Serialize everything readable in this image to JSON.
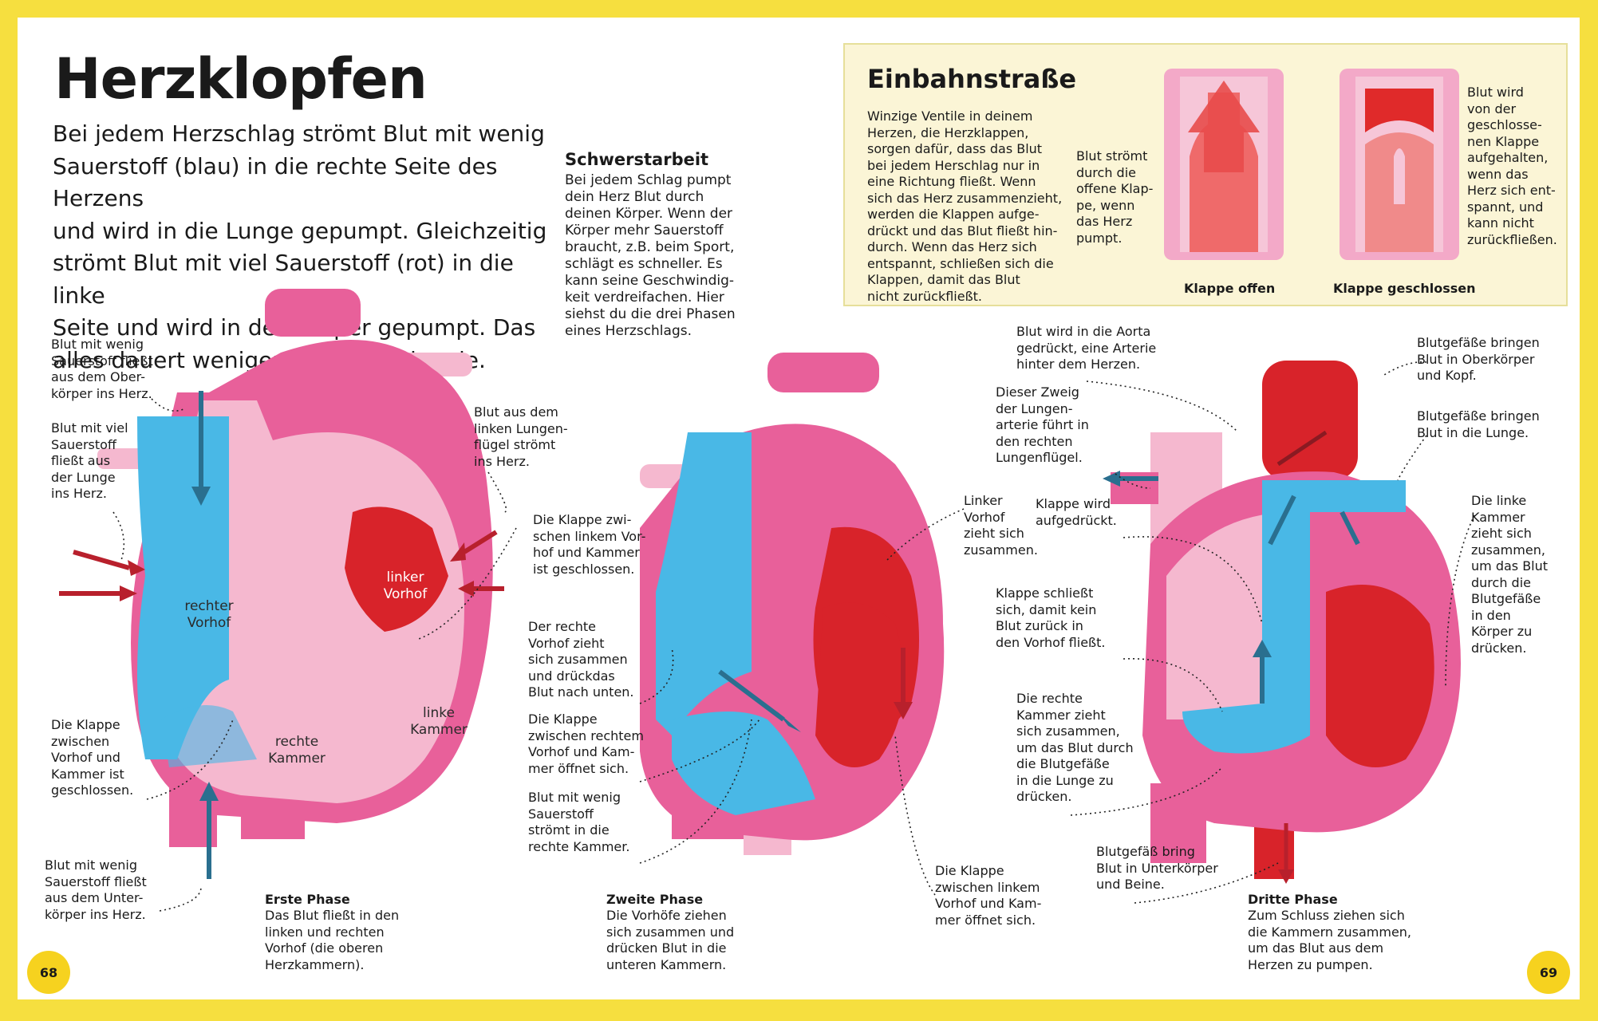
{
  "title": "Herzklopfen",
  "intro": "Bei jedem Herzschlag strömt Blut mit wenig\nSauerstoff (blau) in die rechte Seite des Herzens\nund wird in die Lunge gepumpt. Gleichzeitig\nströmt Blut mit viel Sauerstoff (rot) in die linke\nSeite und wird in den Körper gepumpt. Das\nalles dauert weniger als eine Sekunde.",
  "schwerstarbeit": {
    "title": "Schwerstarbeit",
    "text": "Bei jedem Schlag pumpt\ndein Herz Blut durch\ndeinen Körper. Wenn der\nKörper mehr Sauerstoff\nbraucht, z.B. beim Sport,\nschlägt es schneller. Es\nkann seine Geschwindig-\nkeit verdreifachen. Hier\nsiehst du die drei Phasen\neines Herzschlags."
  },
  "einbahn": {
    "title": "Einbahnstraße",
    "text": "Winzige Ventile in deinem\nHerzen, die Herzklappen,\nsorgen dafür, dass das Blut\nbei jedem Herschlag nur in\neine Richtung fließt. Wenn\nsich das Herz zusammenzieht,\nwerden die Klappen aufge-\ndrückt und das Blut fließt hin-\ndurch. Wenn das Herz sich\nentspannt, schließen sich die\nKlappen, damit das Blut\nnicht zurückfließt.",
    "label_open": "Blut strömt\ndurch die\noffene Klap-\npe, wenn\ndas Herz\npumpt.",
    "label_closed": "Blut wird\nvon der\ngeschlosse-\nnen Klappe\naufgehalten,\nwenn das\nHerz sich ent-\nspannt, und\nkann nicht\nzurückfließen.",
    "caption_open": "Klappe offen",
    "caption_closed": "Klappe geschlossen"
  },
  "phase1": {
    "labels": {
      "oberkoerper": "Blut mit wenig\nSauerstoff fließt\naus dem Ober-\nkörper ins Herz.",
      "lunge": "Blut mit viel\nSauerstoff\nfließt aus\nder Lunge\nins Herz.",
      "lungenfluegel": "Blut aus dem\nlinken Lungen-\nflügel strömt\nins Herz.",
      "klappe_links": "Die Klappe zwi-\nschen linkem Vor-\nhof und Kammer\nist geschlossen.",
      "klappe_rechts": "Die Klappe\nzwischen\nVorhof und\nKammer ist\ngeschlossen.",
      "unterkoerper": "Blut mit wenig\nSauerstoff fließt\naus dem Unter-\nkörper ins Herz."
    },
    "inner": {
      "rechter_vorhof": "rechter\nVorhof",
      "linker_vorhof": "linker\nVorhof",
      "rechte_kammer": "rechte\nKammer",
      "linke_kammer": "linke\nKammer"
    },
    "caption_title": "Erste Phase",
    "caption_text": "Das Blut fließt in den\nlinken und rechten\nVorhof (die oberen\nHerzkammern)."
  },
  "phase2": {
    "labels": {
      "rechter_vorhof": "Der rechte\nVorhof zieht\nsich zusammen\nund drückdas\nBlut nach unten.",
      "klappe_rechts": "Die Klappe\nzwischen rechtem\nVorhof und Kam-\nmer öffnet sich.",
      "rechte_kammer": "Blut mit wenig\nSauerstoff\nströmt in die\nrechte Kammer.",
      "linker_vorhof": "Linker\nVorhof\nzieht sich\nzusammen.",
      "klappe_links": "Die Klappe\nzwischen linkem\nVorhof und Kam-\nmer öffnet sich."
    },
    "caption_title": "Zweite Phase",
    "caption_text": "Die Vorhöfe ziehen\nsich zusammen und\ndrücken Blut in die\nunteren Kammern."
  },
  "phase3": {
    "labels": {
      "aorta": "Blut wird in die Aorta\ngedrückt, eine Arterie\nhinter dem Herzen.",
      "lungenarterie": "Dieser Zweig\nder Lungen-\narterie führt in\nden rechten\nLungenflügel.",
      "klappe_auf": "Klappe wird\naufgedrückt.",
      "klappe_zu": "Klappe schließt\nsich, damit kein\nBlut zurück in\nden Vorhof fließt.",
      "rechte_kammer": "Die rechte\nKammer zieht\nsich zusammen,\num das Blut durch\ndie Blutgefäße\nin die Lunge zu\ndrücken.",
      "unterkoerper": "Blutgefäß bring\nBlut in Unterkörper\nund Beine.",
      "oberkoerper": "Blutgefäße bringen\nBlut in Oberkörper\nund Kopf.",
      "lunge": "Blutgefäße bringen\nBlut in die Lunge.",
      "linke_kammer": "Die linke\nKammer\nzieht sich\nzusammen,\num das Blut\ndurch die\nBlutgefäße\nin den\nKörper zu\ndrücken."
    },
    "caption_title": "Dritte Phase",
    "caption_text": "Zum Schluss ziehen sich\ndie Kammern zusammen,\num das Blut aus dem\nHerzen zu pumpen."
  },
  "page_left": "68",
  "page_right": "69",
  "colors": {
    "border": "#f6df3f",
    "pink": "#e8609a",
    "light_pink": "#f5b8cf",
    "blue": "#49b8e6",
    "red": "#d8232a",
    "arrow_blue": "#2a6f8f",
    "arrow_red": "#b8202c"
  }
}
